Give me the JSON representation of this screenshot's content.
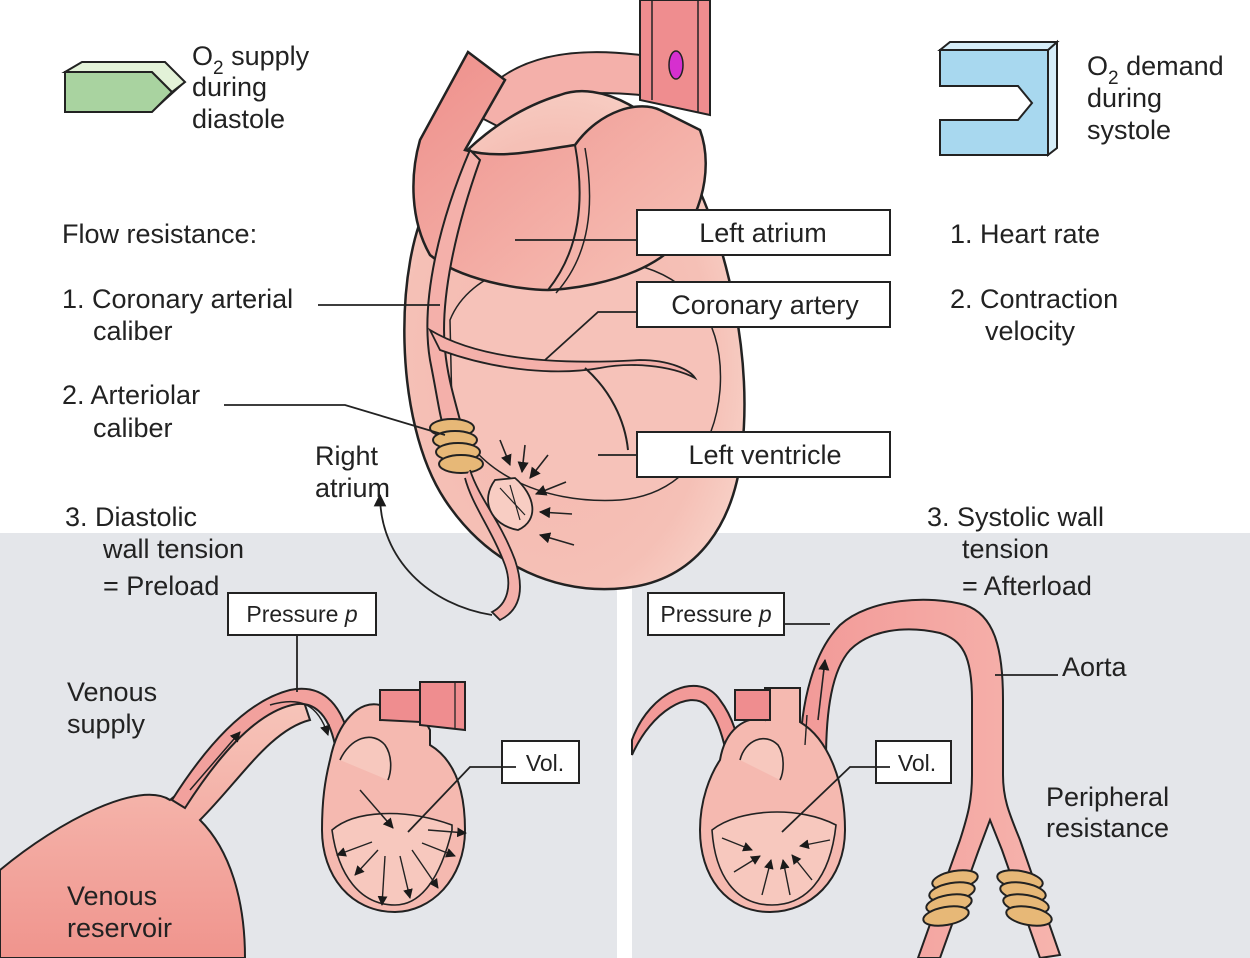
{
  "legend": {
    "supply": {
      "line1_prefix": "O",
      "sub": "2",
      "line1_suffix": " supply",
      "line2": "during",
      "line3": "diastole"
    },
    "demand": {
      "line1_prefix": "O",
      "sub": "2",
      "line1_suffix": " demand",
      "line2": "during",
      "line3": "systole"
    }
  },
  "left_column": {
    "heading": "Flow resistance:",
    "item1_line1": "1. Coronary arterial",
    "item1_line2": "caliber",
    "item2_line1": "2. Arteriolar",
    "item2_line2": "caliber",
    "item3_line1": "3. Diastolic",
    "item3_line2": "wall tension",
    "item3_line3": "= Preload"
  },
  "right_column": {
    "item1": "1. Heart rate",
    "item2_line1": "2. Contraction",
    "item2_line2": "velocity",
    "item3_line1": "3. Systolic wall",
    "item3_line2": "tension",
    "item3_line3": "= Afterload"
  },
  "heart_labels": {
    "left_atrium": "Left atrium",
    "coronary_artery": "Coronary artery",
    "left_ventricle": "Left ventricle",
    "right_atrium_line1": "Right",
    "right_atrium_line2": "atrium"
  },
  "bottom_left": {
    "pressure_prefix": "Pressure ",
    "pressure_var": "p",
    "venous_supply_line1": "Venous",
    "venous_supply_line2": "supply",
    "volume": "Vol.",
    "venous_reservoir_line1": "Venous",
    "venous_reservoir_line2": "reservoir"
  },
  "bottom_right": {
    "pressure_prefix": "Pressure ",
    "pressure_var": "p",
    "volume": "Vol.",
    "aorta": "Aorta",
    "peripheral_line1": "Peripheral",
    "peripheral_line2": "resistance"
  },
  "colors": {
    "panel_bg": "#e4e6ea",
    "heart_fill": "#f4a9a3",
    "heart_light": "#f9cdc5",
    "vessel_fill": "#ef8d8f",
    "supply_green": "#a9d3a0",
    "demand_blue": "#a8d8ef",
    "ring_tan": "#d9a35c",
    "marker_magenta": "#d62fcf"
  }
}
